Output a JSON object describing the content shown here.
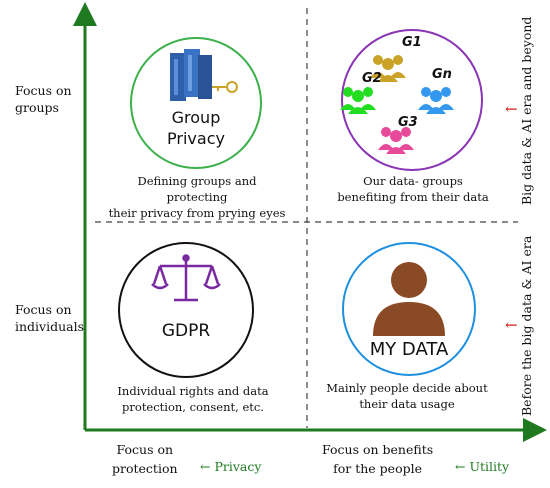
{
  "y_axis": {
    "top_label": "Focus on\ngroups",
    "bottom_label": "Focus on\nindividuals"
  },
  "x_axis": {
    "left_label": "Focus on\nprotection",
    "left_arrow": "← Privacy",
    "right_label": "Focus on benefits\nfor the people",
    "right_arrow": "← Utility"
  },
  "right_side": {
    "top_label": "Big data & AI era and beyond",
    "bottom_label": "Before the big data & AI era",
    "arrow": "←"
  },
  "quadrants": {
    "top_left": {
      "title_line1": "Group",
      "title_line2": "Privacy",
      "caption": "Defining groups and protecting\ntheir privacy from prying eyes",
      "circle_color": "#3cb04a"
    },
    "top_right": {
      "group_labels": [
        "G1",
        "G2",
        "Gn",
        "G3"
      ],
      "caption": "Our data- groups\nbenefiting from their data",
      "circle_color": "#8a35b5"
    },
    "bottom_left": {
      "title": "GDPR",
      "caption": "Individual rights and data\nprotection, consent, etc.",
      "circle_color": "#111111"
    },
    "bottom_right": {
      "title": "MY DATA",
      "caption": "Mainly people decide about\ntheir data usage",
      "circle_color": "#1e90e0"
    }
  },
  "colors": {
    "axis": "#1f7a1f",
    "arrow_red": "#d01a1a",
    "group_gold": "#c9a227",
    "group_green": "#22dd22",
    "group_blue": "#3399ee",
    "group_pink": "#e84a9a",
    "person_brown": "#8a4a26",
    "scales_purple": "#7a2aa0"
  }
}
